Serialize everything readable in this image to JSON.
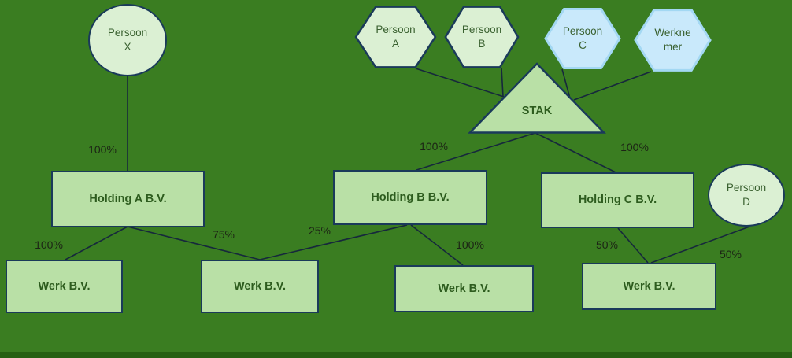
{
  "colors": {
    "background": "#3a7d21",
    "footer_strip": "#266013",
    "node_fill_light": "#dbf0d3",
    "node_fill_medium": "#b9e0a6",
    "node_fill_blue": "#c9e9fb",
    "node_border_dark": "#1a3a5a",
    "node_border_blue": "#a3d8f3",
    "edge_color": "#16283c",
    "edge_label_color": "#1c2415",
    "text_regular": "#3a6130",
    "text_dark_bold": "#2d5c1e"
  },
  "nodes": {
    "persoon_x": {
      "label": "Persoon X",
      "shape": "ellipse"
    },
    "persoon_a": {
      "label": "Persoon A",
      "shape": "hexagon"
    },
    "persoon_b": {
      "label": "Persoon B",
      "shape": "hexagon"
    },
    "persoon_c": {
      "label": "Persoon C",
      "shape": "hexagon"
    },
    "werknemer": {
      "label": "Werknemer",
      "shape": "hexagon"
    },
    "stak": {
      "label": "STAK",
      "shape": "triangle"
    },
    "holding_a": {
      "label": "Holding A B.V.",
      "shape": "rectangle"
    },
    "holding_b": {
      "label": "Holding B B.V.",
      "shape": "rectangle"
    },
    "holding_c": {
      "label": "Holding C B.V.",
      "shape": "rectangle"
    },
    "persoon_d": {
      "label": "Persoon D",
      "shape": "ellipse"
    },
    "werk_1": {
      "label": "Werk B.V.",
      "shape": "rectangle"
    },
    "werk_2": {
      "label": "Werk B.V.",
      "shape": "rectangle"
    },
    "werk_3": {
      "label": "Werk B.V.",
      "shape": "rectangle"
    },
    "werk_4": {
      "label": "Werk B.V.",
      "shape": "rectangle"
    }
  },
  "edges": [
    {
      "from": "Persoon X",
      "to": "Holding A B.V.",
      "label": "100%"
    },
    {
      "from": "Persoon A",
      "to": "STAK",
      "label": ""
    },
    {
      "from": "Persoon B",
      "to": "STAK",
      "label": ""
    },
    {
      "from": "Persoon C",
      "to": "STAK",
      "label": ""
    },
    {
      "from": "Werknemer",
      "to": "STAK",
      "label": ""
    },
    {
      "from": "STAK",
      "to": "Holding B B.V.",
      "label": "100%"
    },
    {
      "from": "STAK",
      "to": "Holding C B.V.",
      "label": "100%"
    },
    {
      "from": "Holding A B.V.",
      "to": "Werk B.V. (1)",
      "label": "100%"
    },
    {
      "from": "Holding A B.V.",
      "to": "Werk B.V. (2)",
      "label": "75%"
    },
    {
      "from": "Holding B B.V.",
      "to": "Werk B.V. (2)",
      "label": "25%"
    },
    {
      "from": "Holding B B.V.",
      "to": "Werk B.V. (3)",
      "label": "100%"
    },
    {
      "from": "Holding C B.V.",
      "to": "Werk B.V. (4)",
      "label": "50%"
    },
    {
      "from": "Persoon D",
      "to": "Werk B.V. (4)",
      "label": "50%"
    }
  ]
}
